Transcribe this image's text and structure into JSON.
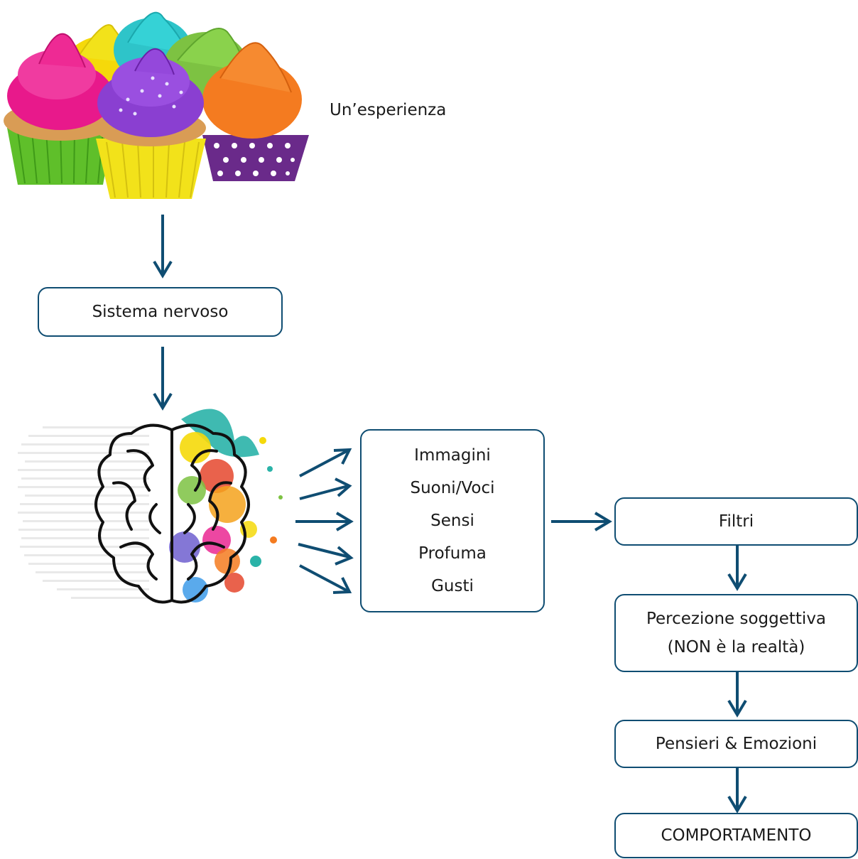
{
  "experience_label": "Un’esperienza",
  "boxes": {
    "nervous_system": "Sistema nervoso",
    "senses": [
      "Immagini",
      "Suoni/Voci",
      "Sensi",
      "Profuma",
      "Gusti"
    ],
    "filters": "Filtri",
    "perception_line1": "Percezione soggettiva",
    "perception_line2": "(NON è la realtà)",
    "thoughts": "Pensieri & Emozioni",
    "behavior": "COMPORTAMENTO"
  },
  "colors": {
    "arrow": "#0f4d72",
    "box_border": "#0f4d72",
    "frosting": [
      "#e8198b",
      "#f5d90a",
      "#2ec4c9",
      "#7dc242",
      "#8a3fd1",
      "#f47b20"
    ],
    "cup_liners": [
      "#5fbf2a",
      "#f2e21a",
      "#6a2a8a"
    ]
  },
  "icons": {
    "cupcakes": "cupcakes-photo",
    "brain": "colorful-brain-illustration"
  }
}
